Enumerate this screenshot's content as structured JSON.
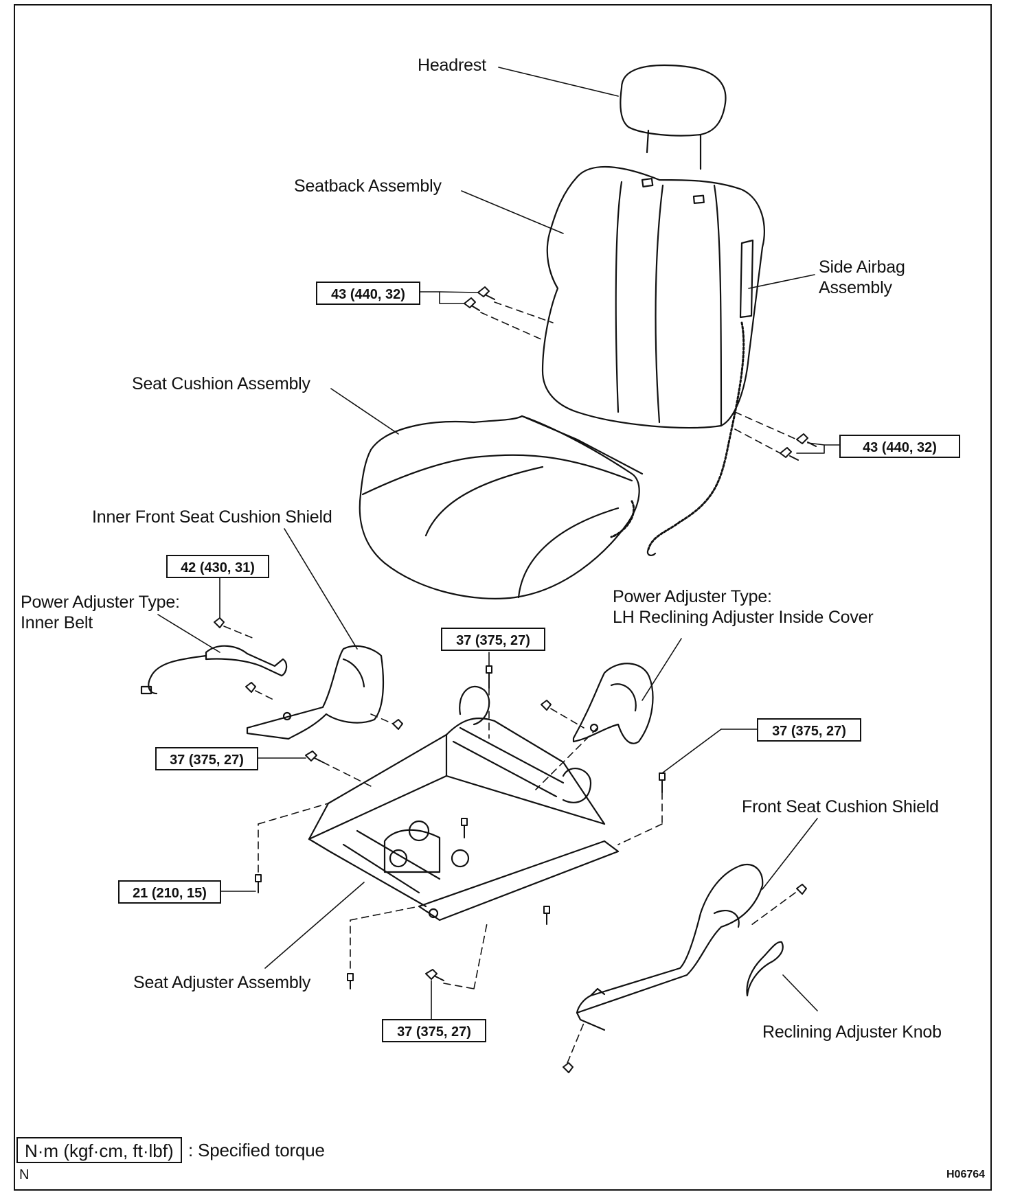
{
  "labels": {
    "headrest": "Headrest",
    "seatback": "Seatback Assembly",
    "side_airbag_1": "Side Airbag",
    "side_airbag_2": "Assembly",
    "seat_cushion": "Seat Cushion Assembly",
    "inner_front_shield": "Inner Front Seat Cushion Shield",
    "power_inner_belt_1": "Power Adjuster Type:",
    "power_inner_belt_2": "Inner Belt",
    "power_lh_cover_1": "Power Adjuster Type:",
    "power_lh_cover_2": "LH Reclining Adjuster Inside Cover",
    "front_shield": "Front Seat Cushion Shield",
    "seat_adjuster": "Seat Adjuster Assembly",
    "reclining_knob": "Reclining Adjuster Knob"
  },
  "torques": {
    "seatback_left": "43 (440, 32)",
    "seatback_right": "43 (440, 32)",
    "inner_belt": "42 (430, 31)",
    "adjuster_top": "37 (375, 27)",
    "adjuster_left": "37 (375, 27)",
    "adjuster_right": "37 (375, 27)",
    "adjuster_bottom": "37 (375, 27)",
    "adjuster_front_left": "21 (210, 15)"
  },
  "legend": {
    "unit_box": "N·m (kgf·cm, ft·lbf)",
    "description": ": Specified torque"
  },
  "corner_marks": {
    "bottom_left": "N",
    "figure_code": "H06764"
  }
}
